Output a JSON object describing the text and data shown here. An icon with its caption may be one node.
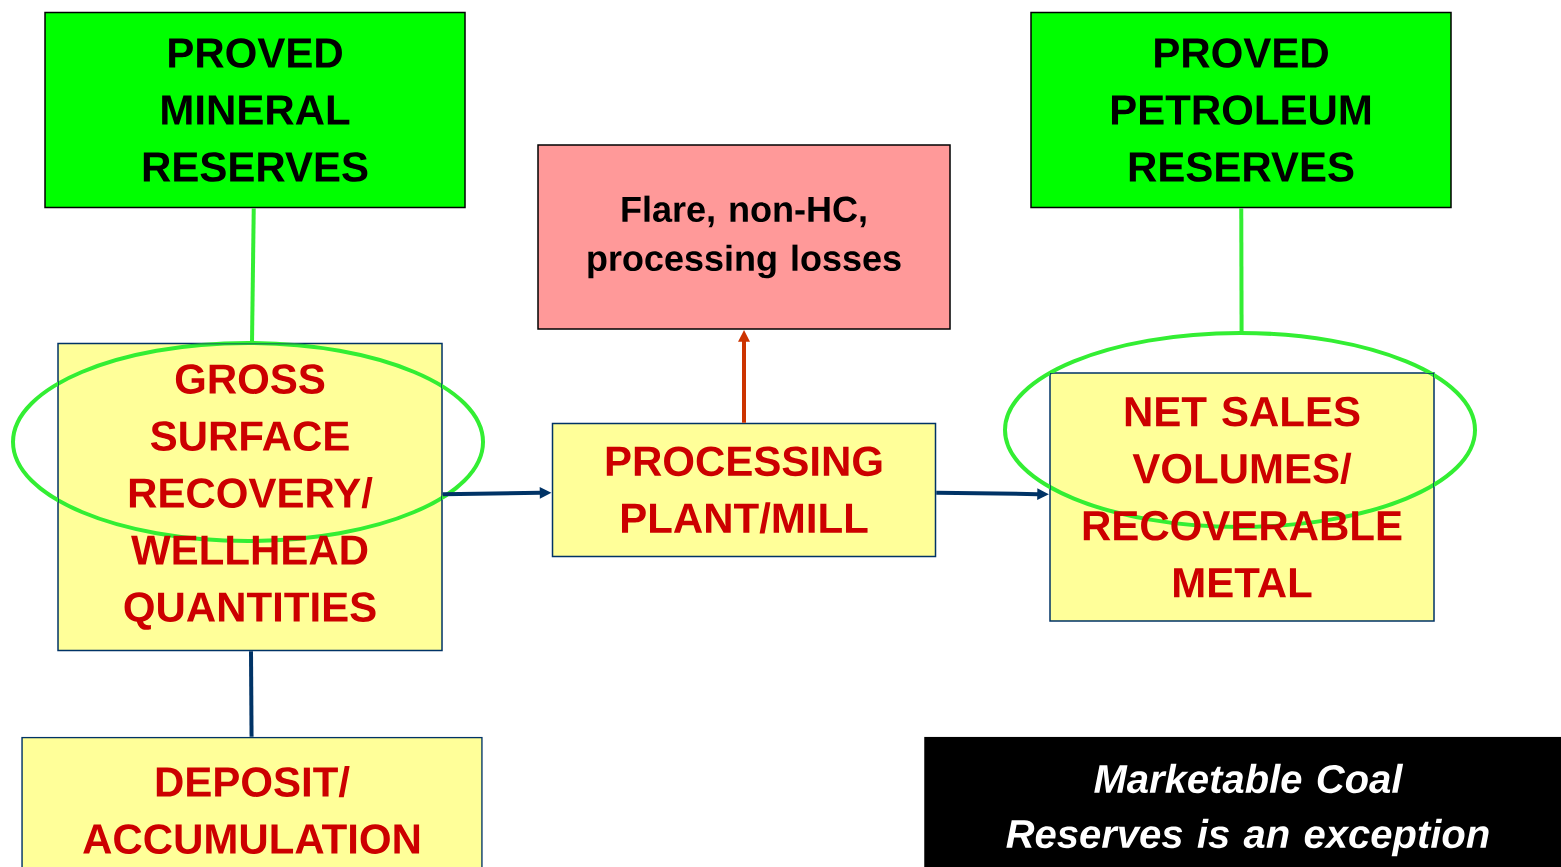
{
  "diagram": {
    "nodes": [
      {
        "text": [
          "PROVED MINERAL RESERVES"
        ]
      },
      {
        "text": [
          "PROVED PETROLEUM RESERVES"
        ]
      },
      {
        "text": [
          "Flare, non-HC, processing losses"
        ]
      },
      {
        "text": [
          "GROSS SURFACE RECOVERY/ WELLHEAD QUANTITIES"
        ]
      },
      {
        "text": [
          "PROCESSING PLANT/MILL"
        ]
      },
      {
        "text": [
          "NET SALES VOLUMES/ RECOVERABLE METAL"
        ]
      },
      {
        "text": [
          "DEPOSIT/ ACCUMULATION"
        ]
      },
      {
        "text": [
          "Marketable Coal Reserves is an exception"
        ]
      }
    ],
    "edges": [
      {
        "from": 0,
        "to": 3,
        "arrow": "none",
        "color": "#33ee33"
      },
      {
        "from": 1,
        "to": 5,
        "arrow": "none",
        "color": "#33ee33"
      },
      {
        "from": 3,
        "to": 4,
        "arrow": "to"
      },
      {
        "from": 4,
        "to": 5,
        "arrow": "to"
      },
      {
        "from": 4,
        "to": 2,
        "arrow": "to",
        "color": "#cc3300"
      },
      {
        "from": 6,
        "to": 3,
        "arrow": "none"
      }
    ]
  }
}
